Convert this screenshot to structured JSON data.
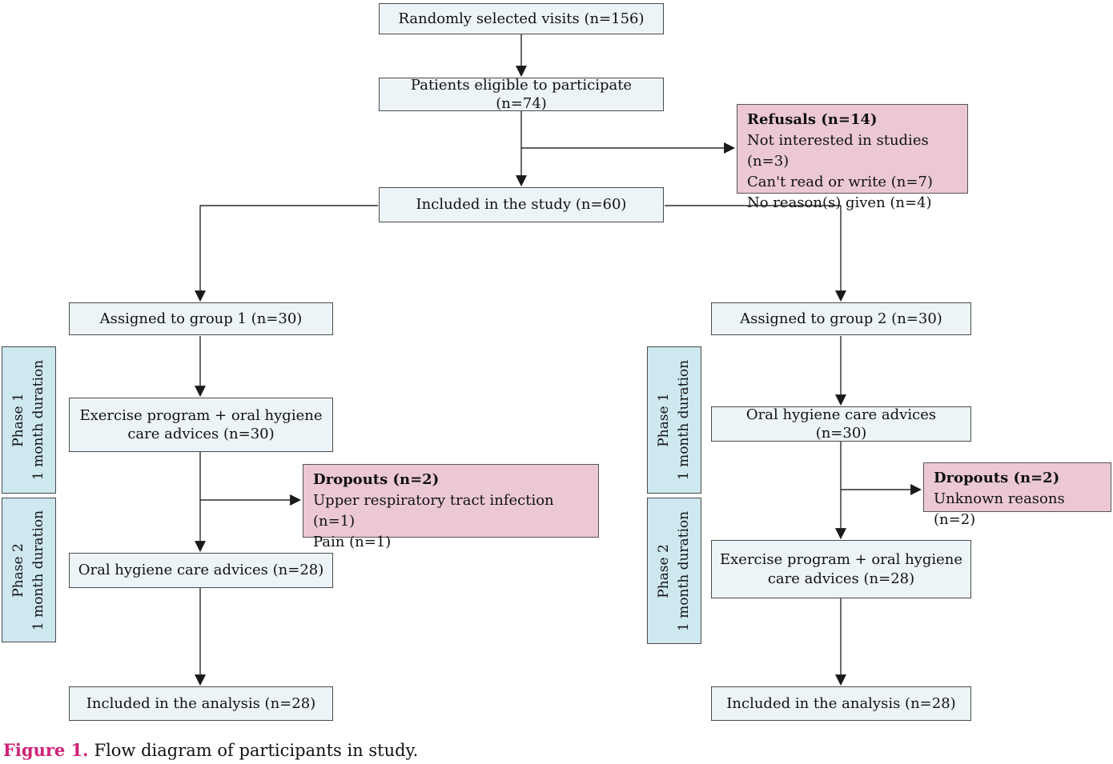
{
  "diagram": {
    "nodes": {
      "random_visits": {
        "label": "Randomly selected visits (n=156)"
      },
      "eligible": {
        "label": "Patients eligible to participate (n=74)"
      },
      "refusals": {
        "title": "Refusals (n=14)",
        "lines": [
          "Not interested in studies (n=3)",
          "Can't read or write (n=7)",
          "No reason(s) given (n=4)"
        ]
      },
      "included_study": {
        "label": "Included in the study (n=60)"
      },
      "group1": {
        "label": "Assigned to group 1 (n=30)"
      },
      "group2": {
        "label": "Assigned to group 2 (n=30)"
      },
      "g1_phase1": {
        "label": "Exercise program + oral hygiene care advices (n=30)"
      },
      "g1_dropouts": {
        "title": "Dropouts (n=2)",
        "lines": [
          "Upper respiratory tract infection (n=1)",
          "Pain (n=1)"
        ]
      },
      "g1_phase2": {
        "label": "Oral hygiene care advices (n=28)"
      },
      "g1_analysis": {
        "label": "Included in the analysis (n=28)"
      },
      "g2_phase1": {
        "label": "Oral hygiene care advices (n=30)"
      },
      "g2_dropouts": {
        "title": "Dropouts (n=2)",
        "lines": [
          "Unknown reasons (n=2)"
        ]
      },
      "g2_phase2": {
        "label": "Exercise program + oral hygiene care advices (n=28)"
      },
      "g2_analysis": {
        "label": "Included in the analysis (n=28)"
      }
    },
    "phase_labels": {
      "left_phase1": {
        "line1": "Phase 1",
        "line2": "1 month duration"
      },
      "left_phase2": {
        "line1": "Phase 2",
        "line2": "1 month duration"
      },
      "right_phase1": {
        "line1": "Phase 1",
        "line2": "1 month duration"
      },
      "right_phase2": {
        "line1": "Phase 2",
        "line2": "1 month duration"
      }
    },
    "caption": {
      "prefix": "Figure 1.",
      "text": "Flow diagram of participants in study."
    },
    "colors": {
      "box_fill": "#edf4f7",
      "pink_fill": "#ecc8d7",
      "phase_fill": "#cee8f0",
      "border": "#4a4a4a",
      "line": "#2b2b2b",
      "caption_accent": "#ce2277"
    }
  }
}
